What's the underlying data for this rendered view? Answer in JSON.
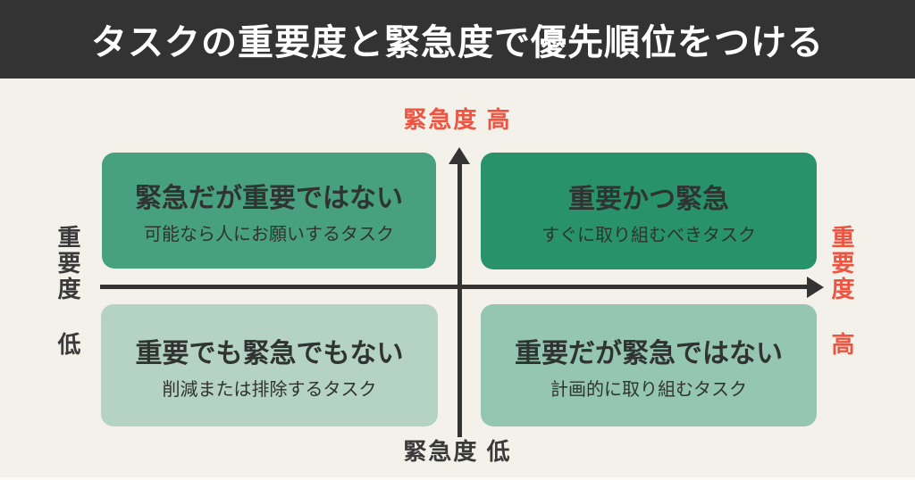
{
  "header": {
    "title": "タスクの重要度と緊急度で優先順位をつける"
  },
  "axes": {
    "top_label": "緊急度 高",
    "bottom_label": "緊急度 低",
    "left_label": "重要度 低",
    "right_label": "重要度 高",
    "high_label_color": "#ef5441",
    "low_label_color": "#3a3a3a",
    "line_color": "#333333"
  },
  "quadrants": {
    "top_left": {
      "title": "緊急だが重要ではない",
      "subtitle": "可能なら人にお願いするタスク",
      "color": "#47a181"
    },
    "top_right": {
      "title": "重要かつ緊急",
      "subtitle": "すぐに取り組むべきタスク",
      "color": "#28926c"
    },
    "bottom_left": {
      "title": "重要でも緊急でもない",
      "subtitle": "削減または排除するタスク",
      "color": "#b4d3c4"
    },
    "bottom_right": {
      "title": "重要だが緊急ではない",
      "subtitle": "計画的に取り組むタスク",
      "color": "#94c6b3"
    }
  },
  "colors": {
    "background": "#f3f1ea",
    "header_background": "#333333",
    "header_text": "#ffffff",
    "quadrant_text": "#2f3331"
  }
}
